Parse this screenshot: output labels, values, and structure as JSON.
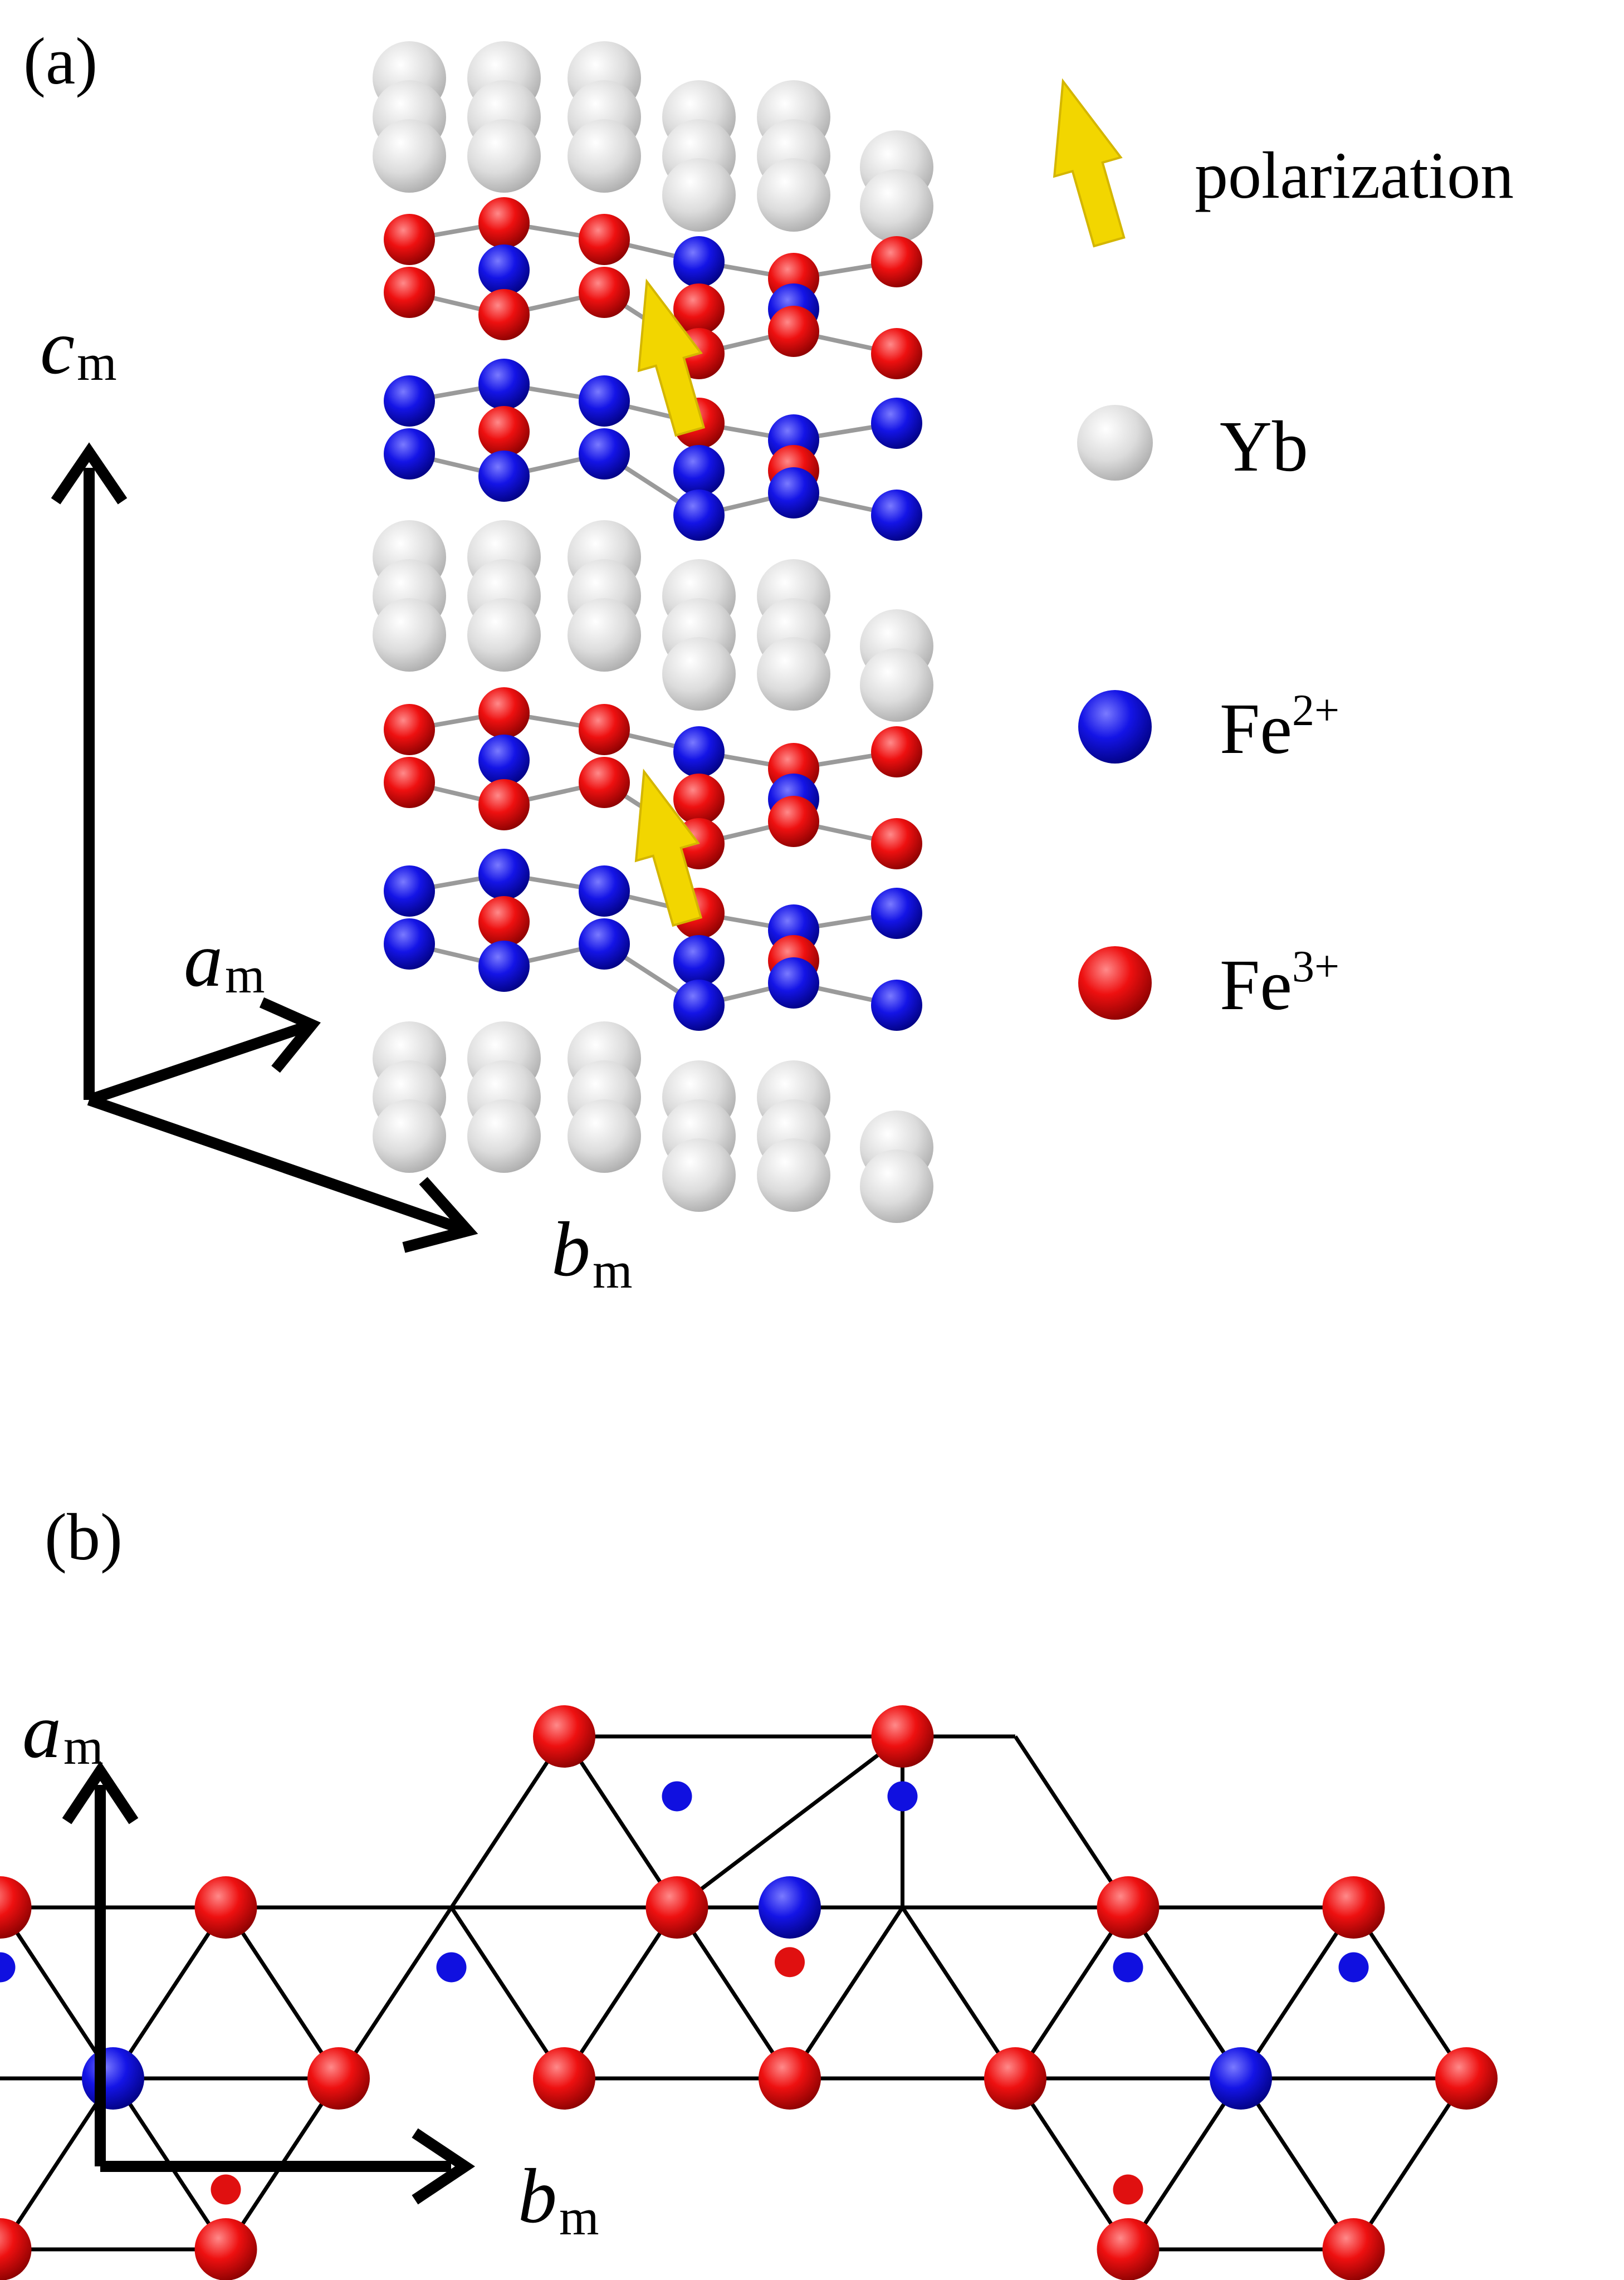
{
  "panel_a": {
    "label": "(a)",
    "axes": {
      "c": {
        "letter": "c",
        "subscript": "m"
      },
      "a": {
        "letter": "a",
        "subscript": "m"
      },
      "b": {
        "letter": "b",
        "subscript": "m"
      }
    },
    "legend": {
      "polarization": "polarization",
      "yb": "Yb",
      "fe2": {
        "base": "Fe",
        "sup": "2+"
      },
      "fe3": {
        "base": "Fe",
        "sup": "3+"
      }
    }
  },
  "panel_b": {
    "label": "(b)",
    "axes": {
      "a": {
        "letter": "a",
        "subscript": "m"
      },
      "b": {
        "letter": "b",
        "subscript": "m"
      }
    }
  },
  "colors": {
    "yb": "#cfcfcf",
    "fe2": "#1010e0",
    "fe3": "#e01010",
    "polarization": "#f2d600",
    "bond": "#9a9a9a",
    "lattice": "#000000"
  }
}
